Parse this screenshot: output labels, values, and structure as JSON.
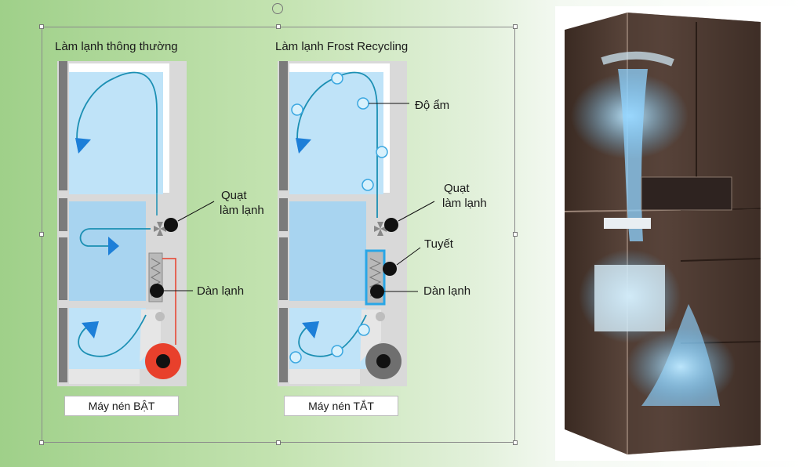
{
  "left_panel": {
    "title": "Làm lạnh thông thường",
    "fan_label_line1": "Quạt",
    "fan_label_line2": "làm lạnh",
    "evaporator_label": "Dàn lạnh",
    "compressor_status": "Máy nén BẬT",
    "compressor_color": "#e8402c"
  },
  "right_panel": {
    "title": "Làm lạnh Frost Recycling",
    "humidity_label": "Độ ẩm",
    "fan_label_line1": "Quạt",
    "fan_label_line2": "làm lạnh",
    "frost_label": "Tuyết",
    "evaporator_label": "Dàn lạnh",
    "compressor_status": "Máy nén TẮT",
    "compressor_color": "#6f6f6f"
  },
  "colors": {
    "compartment_blue": "#bfe3f8",
    "drawer_blue": "#a8d4f0",
    "airflow": "#1b8fb3",
    "arrow_blue": "#1d7fd8",
    "cabinet_gray": "#d9d9d9"
  }
}
